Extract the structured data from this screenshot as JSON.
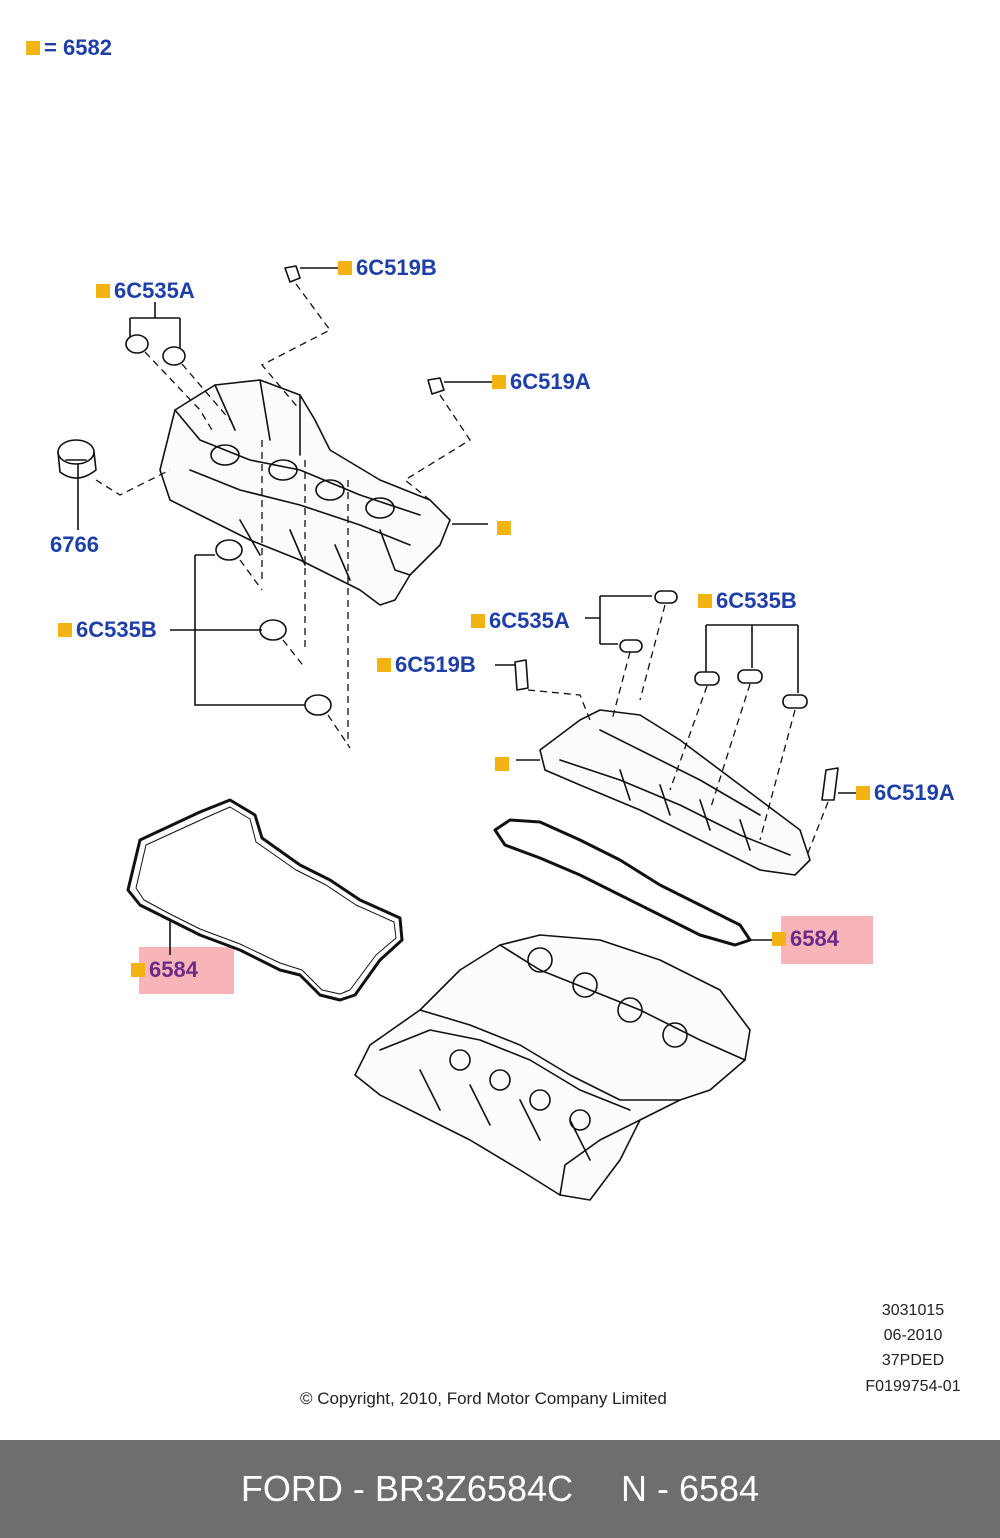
{
  "legend": {
    "swatch_color": "#f3b312",
    "equals": "=",
    "code": "6582"
  },
  "callouts": [
    {
      "code": "6C519B"
    },
    {
      "code": "6C535A"
    },
    {
      "code": "6C519A"
    },
    {
      "code": "6766"
    },
    {
      "code": ""
    },
    {
      "code": "6C535B"
    },
    {
      "code": "6C535A"
    },
    {
      "code": "6C535B"
    },
    {
      "code": "6C519B"
    },
    {
      "code": ""
    },
    {
      "code": "6C519A"
    },
    {
      "code": "6584"
    },
    {
      "code": "6584"
    }
  ],
  "meta": {
    "lines": [
      "3031015",
      "06-2010",
      "37PDED",
      "F0199754-01"
    ],
    "copyright": "© Copyright, 2010, Ford Motor Company Limited"
  },
  "footer": {
    "part": "FORD - BR3Z6584C",
    "ref": "N - 6584"
  },
  "colors": {
    "label": "#1f3fa8",
    "highlight": "#f07882",
    "footer_bg": "#6e6e6e"
  }
}
